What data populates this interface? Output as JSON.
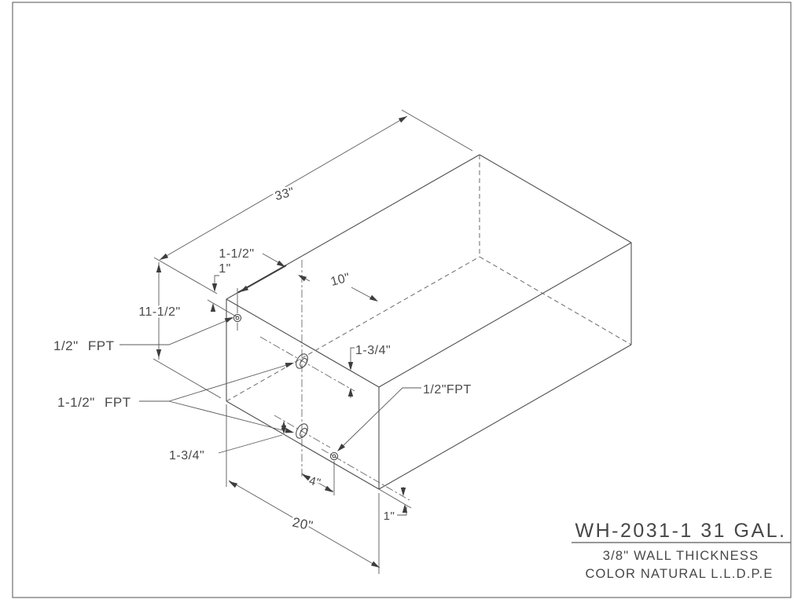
{
  "drawing": {
    "dims": {
      "length": "33\"",
      "height": "11-1/2\"",
      "top_fitting_inset": "1-1/2\"",
      "top_fitting_drop": "1\"",
      "fitting_distance": "10\"",
      "upper_fitting_inset": "1-3/4\"",
      "lower_fitting_inset": "1-3/4\"",
      "drain_offset": "4\"",
      "width": "20\"",
      "drain_height": "1\""
    },
    "labels": {
      "top_fitting": "1/2\" FPT",
      "side_fittings": "1-1/2\" FPT",
      "drain_fitting": "1/2\"FPT"
    },
    "title_block": {
      "model": "WH-2031-1 31 GAL.",
      "wall_thickness": "3/8\" WALL THICKNESS",
      "material": "COLOR NATURAL L.L.D.P.E"
    }
  }
}
